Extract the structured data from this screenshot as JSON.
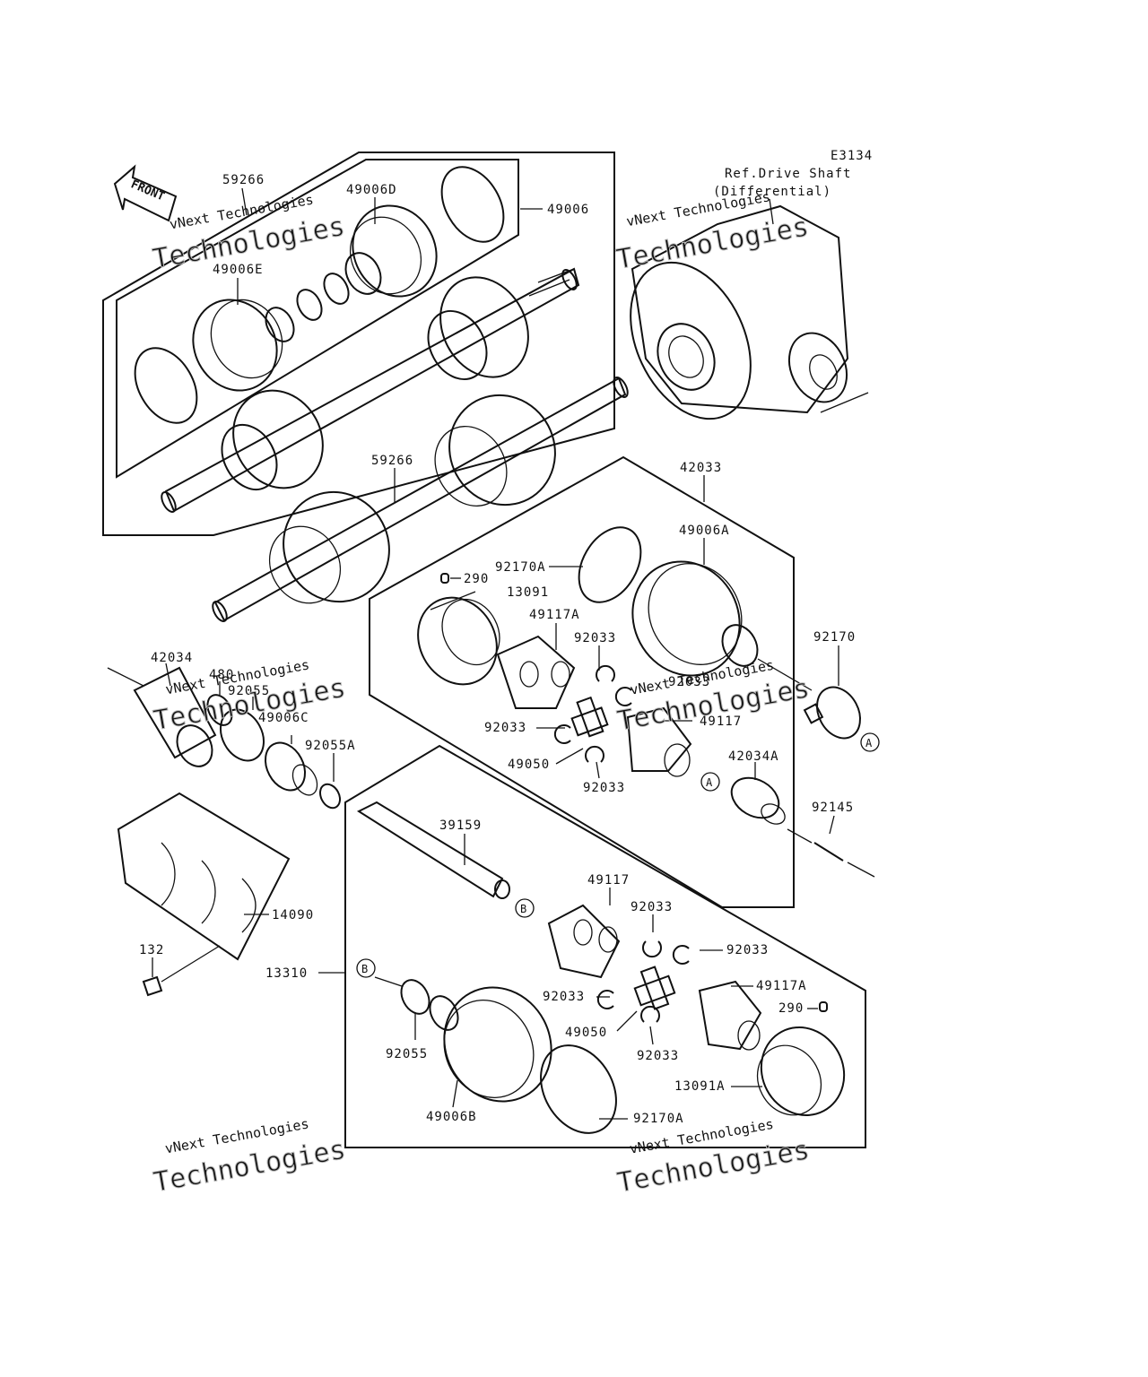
{
  "diagram": {
    "code": "E3134",
    "ref_line1": "Ref.Drive Shaft",
    "ref_line2": "(Differential)",
    "front_label": "FRONT",
    "watermark_line1": "vNext Technologies",
    "watermark_line2": "Technologies",
    "labels": {
      "l59266_top": "59266",
      "l49006D": "49006D",
      "l49006": "49006",
      "l49006E": "49006E",
      "l59266_mid": "59266",
      "l42033": "42033",
      "l49006A": "49006A",
      "l92170A_top": "92170A",
      "l290_top": "290",
      "l13091": "13091",
      "l49117A_top": "49117A",
      "l92033_a": "92033",
      "l92170": "92170",
      "l92033_b": "92033",
      "l42034": "42034",
      "l480": "480",
      "l92055_mid": "92055",
      "l49006C": "49006C",
      "l92055A": "92055A",
      "l92033_c": "92033",
      "l49117_top": "49117",
      "l49050_top": "49050",
      "l42034A": "42034A",
      "l92033_d": "92033",
      "l92145": "92145",
      "l39159": "39159",
      "l14090": "14090",
      "l49117_bot": "49117",
      "l92033_e": "92033",
      "l92033_f": "92033",
      "l132": "132",
      "l13310": "13310",
      "l49117A_bot": "49117A",
      "l92033_g": "92033",
      "l290_bot": "290",
      "l49050_bot": "49050",
      "l92033_h": "92033",
      "l92055_bot": "92055",
      "l13091A": "13091A",
      "l49006B": "49006B",
      "l92170A_bot": "92170A",
      "marker_A": "A",
      "marker_B": "B"
    }
  }
}
